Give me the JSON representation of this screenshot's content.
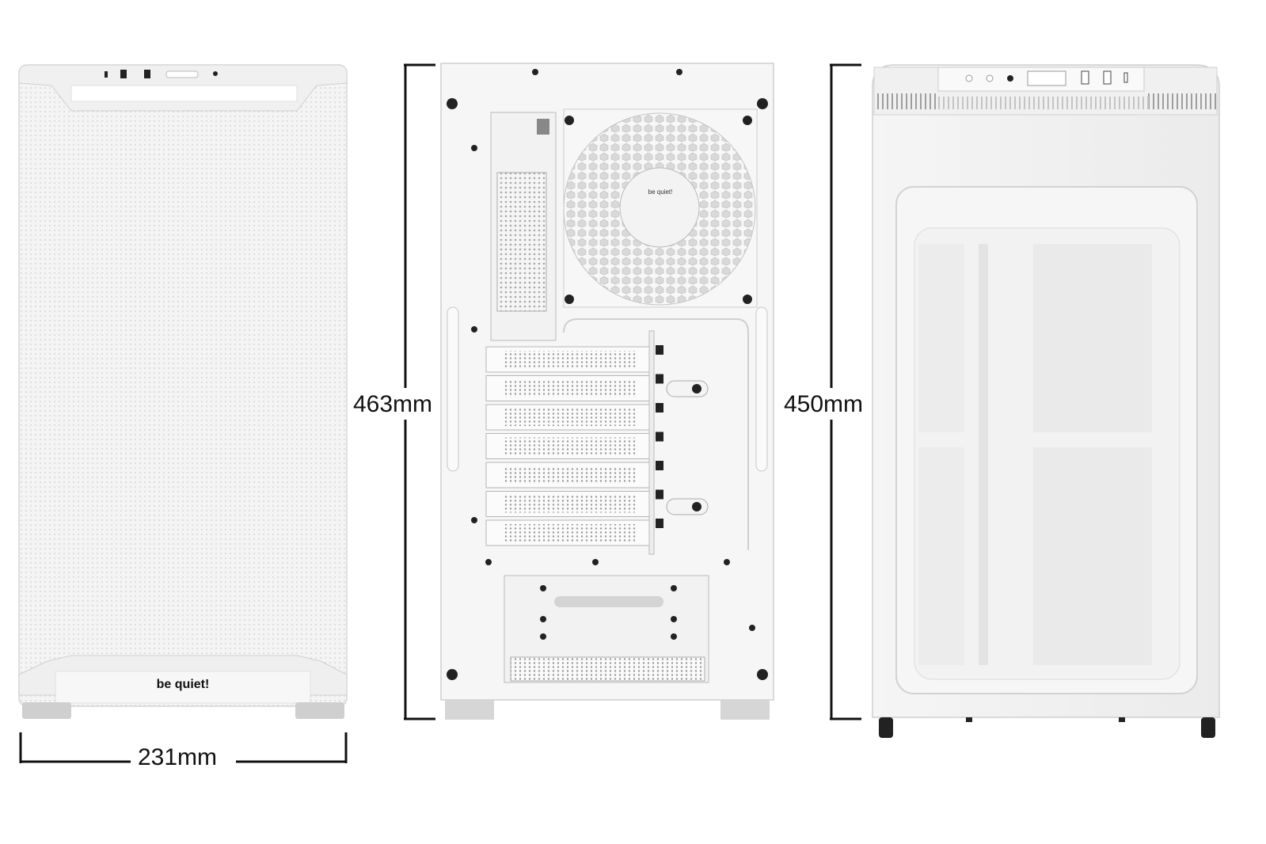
{
  "dimensions": {
    "width_label": "231mm",
    "height_rear_label": "463mm",
    "height_side_label": "450mm"
  },
  "front_panel": {
    "brand": "be quiet!"
  },
  "rear_fan": {
    "brand": "be quiet!"
  },
  "colors": {
    "case": "#f2f2f2",
    "outline": "#111111",
    "shadow": "#cfcfcf"
  }
}
